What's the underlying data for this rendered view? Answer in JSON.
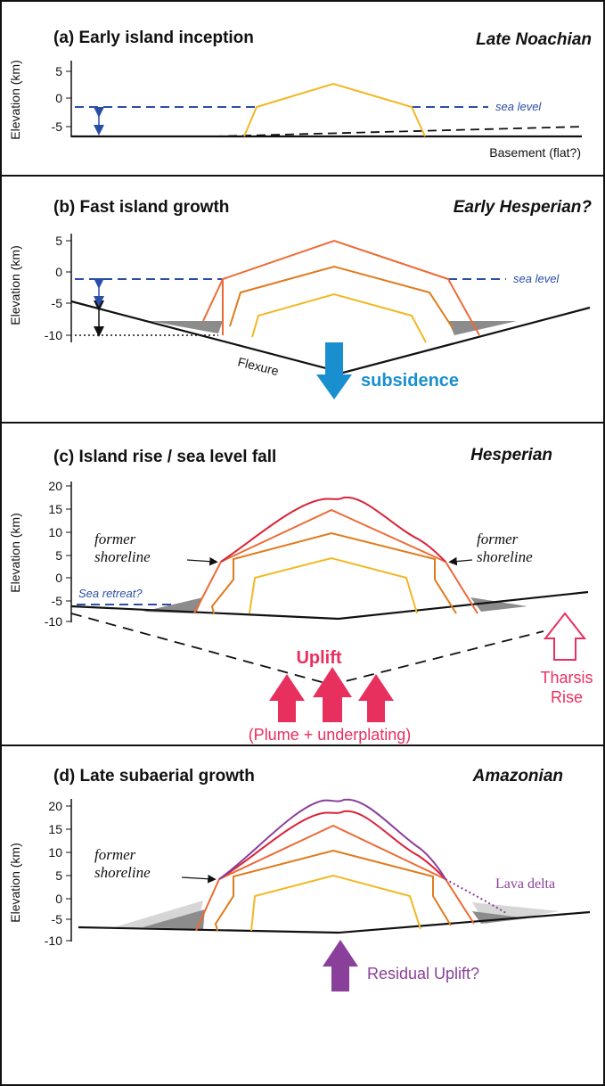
{
  "panels": {
    "a": {
      "title": "(a) Early island inception",
      "era": "Late Noachian",
      "ylabel": "Elevation (km)",
      "ticks": [
        "5",
        "0",
        "-5"
      ],
      "sea_level": "sea level",
      "basement": "Basement (flat?)"
    },
    "b": {
      "title": "(b) Fast island growth",
      "era": "Early Hesperian?",
      "ylabel": "Elevation (km)",
      "ticks": [
        "5",
        "0",
        "-5",
        "-10"
      ],
      "sea_level": "sea level",
      "flexure": "Flexure",
      "subsidence": "subsidence"
    },
    "c": {
      "title": "(c) Island rise / sea level fall",
      "era": "Hesperian",
      "ylabel": "Elevation (km)",
      "ticks": [
        "20",
        "15",
        "10",
        "5",
        "0",
        "-5",
        "-10"
      ],
      "former_shoreline_1": "former",
      "former_shoreline_2": "shoreline",
      "sea_retreat": "Sea retreat?",
      "uplift": "Uplift",
      "plume": "(Plume + underplating)",
      "tharsis_1": "Tharsis",
      "tharsis_2": "Rise"
    },
    "d": {
      "title": "(d) Late subaerial growth",
      "era": "Amazonian",
      "ylabel": "Elevation (km)",
      "ticks": [
        "20",
        "15",
        "10",
        "5",
        "0",
        "-5",
        "-10"
      ],
      "former_shoreline_1": "former",
      "former_shoreline_2": "shoreline",
      "lava_delta": "Lava delta",
      "residual_uplift": "Residual Uplift?"
    }
  },
  "colors": {
    "sea": "#2a4ea8",
    "yellow": "#f2b824",
    "orange_mid": "#e07b1c",
    "orange_outer": "#ee6a35",
    "red": "#d9243a",
    "purple": "#8a3f9a",
    "subsidence_blue": "#1a8fd0",
    "uplift_pink": "#e8305f",
    "sediment_gray": "#8c8c8c"
  }
}
